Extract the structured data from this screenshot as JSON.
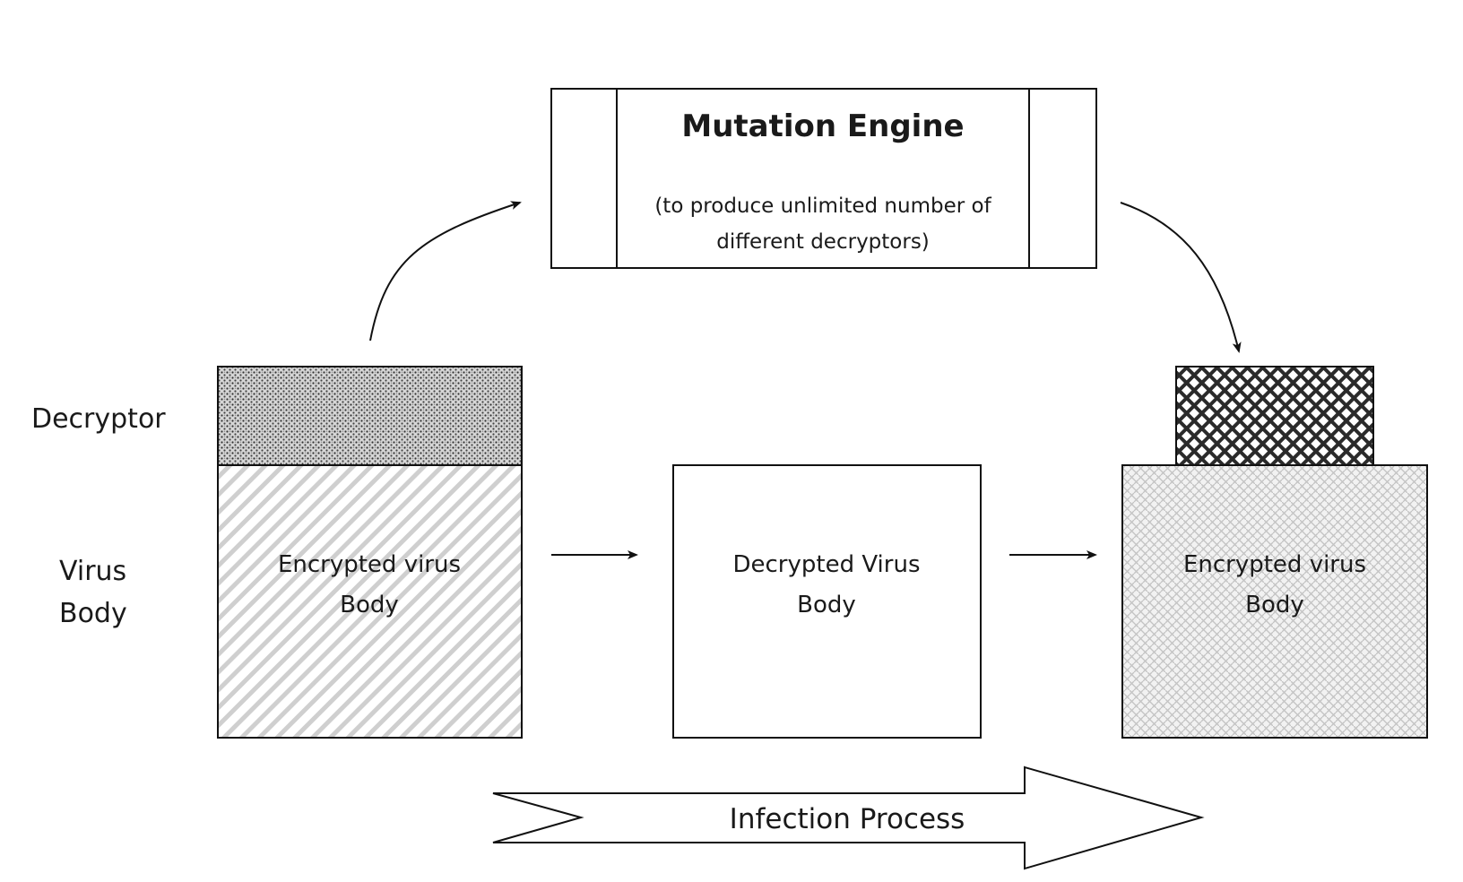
{
  "mutation_engine": {
    "title": "Mutation Engine",
    "subtitle_line1": "(to produce unlimited number of",
    "subtitle_line2": "different decryptors)"
  },
  "side_labels": {
    "decryptor": "Decryptor",
    "virus_body_line1": "Virus",
    "virus_body_line2": "Body"
  },
  "boxes": {
    "left": {
      "line1": "Encrypted virus",
      "line2": "Body"
    },
    "middle": {
      "line1": "Decrypted Virus",
      "line2": "Body"
    },
    "right": {
      "line1": "Encrypted virus",
      "line2": "Body"
    }
  },
  "process_label": "Infection Process",
  "colors": {
    "stroke": "#111111",
    "hatch": "#b8b8b8",
    "text": "#1a1a1a"
  }
}
